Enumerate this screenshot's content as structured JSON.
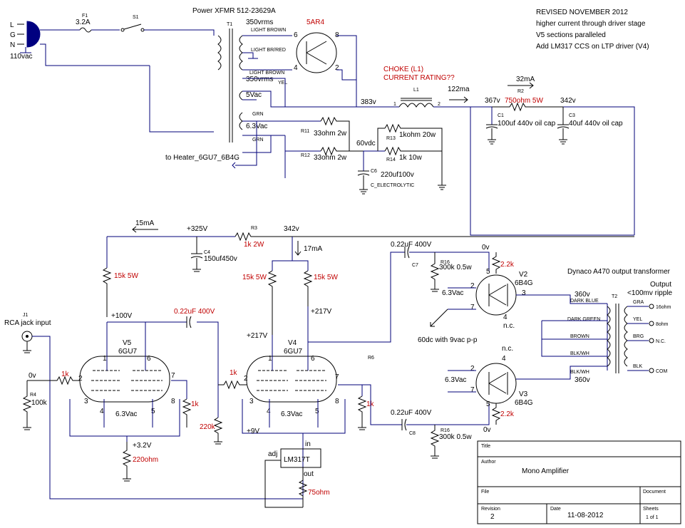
{
  "revision_note": {
    "l1": "REVISED NOVEMBER 2012",
    "l2": "higher current through driver stage",
    "l3": "V5 sections paralleled",
    "l4": "Add LM317 CCS on LTP driver (V4)"
  },
  "power": {
    "xfmr_title": "Power XFMR 512-23629A",
    "t1": "T1",
    "rect_tube": "5AR4",
    "plug_l": "L",
    "plug_g": "G",
    "plug_n": "N",
    "mains": "110vac",
    "fuse_ref": "F1",
    "fuse_val": "3.2A",
    "switch": "S1",
    "hv_top": "350vrms",
    "hv_bot": "350vrms",
    "lb1": "LIGHT BROWN",
    "lbr": "LIGHT BR/RED",
    "lb2": "LIGHT BROWN",
    "yel": "YEL",
    "v5ac": "5Vac",
    "v63ac": "6.3Vac",
    "grn1": "GRN",
    "grn2": "GRN",
    "heater": "to Heater_6GU7_6B4G",
    "pin6": "6",
    "pin8": "8",
    "pin4": "4",
    "pin2": "2",
    "b383": "383v",
    "choke_note1": "CHOKE (L1)",
    "choke_note2": "CURRENT RATING??",
    "l1": "L1",
    "l1p1": "1",
    "l1p2": "2",
    "i122": "122ma",
    "b367": "367v",
    "i32": "32mA",
    "r2": "R2",
    "r2v": "750ohm 5W",
    "b342": "342v",
    "c1": "C1",
    "c1v": "100uf 440v oil cap",
    "c3": "C3",
    "c3v": "40uf 440v oil cap",
    "r11": "R11",
    "r11v": "33ohm 2w",
    "r12": "R12",
    "r12v": "33ohm 2w",
    "b60": "60vdc",
    "r13": "R13",
    "r13v": "1kohm 20w",
    "r14": "R14",
    "r14v": "1k 10w",
    "c6": "C6",
    "c6v": "220uf100v",
    "c6n": "C_ELECTROLYTIC"
  },
  "driver": {
    "i15": "15mA",
    "b325": "+325V",
    "r3": "R3",
    "r3v": "1k 2W",
    "b342": "342v",
    "i17": "17mA",
    "c4": "C4",
    "c4v": "150uf450v",
    "r15k_a": "15k 5W",
    "r15k_b": "15k 5W",
    "r15k_c": "15k 5W",
    "b100": "+100V",
    "c022": "0.22uF 400V",
    "b217a": "+217V",
    "b217b": "+217V",
    "j1": "J1",
    "rca": "RCA jack input",
    "v0": "0v",
    "r4": "R4",
    "r4v": "100k",
    "r1k_in": "1k",
    "v5": "V5",
    "v5t": "6GU7",
    "v4": "V4",
    "v4t": "6GU7",
    "r6": "R6",
    "r1k_mid": "1k",
    "r220k": "220k",
    "r1k_v5": "1k",
    "r1k_v4": "1k",
    "h63a": "6.3Vac",
    "h63b": "6.3Vac",
    "b32": "+3.2V",
    "r220": "220ohm",
    "b9": "+9V",
    "lm_in": "in",
    "lm": "LM317T",
    "lm_adj": "adj",
    "lm_out": "out",
    "r75": "75ohm",
    "p1": "1",
    "p2": "2",
    "p3": "3",
    "p4": "4",
    "p6": "6",
    "p7": "7",
    "p8": "8",
    "p5": "5",
    "q1": "1",
    "q2": "2",
    "q3": "3",
    "q4": "4",
    "q6": "6",
    "q7": "7",
    "q8": "8",
    "q5": "5"
  },
  "output": {
    "c7": "C7",
    "c7v": "0.22uF 400V",
    "c8": "C8",
    "c8v": "0.22uF 400V",
    "v0a": "0v",
    "v0b": "0v",
    "r16a": "R16",
    "r16av": "300k 0.5w",
    "r16b": "R16",
    "r16bv": "300k 0.5w",
    "r22a": "2.2k",
    "r22b": "2.2k",
    "v2": "V2",
    "v2t": "6B4G",
    "v3": "V3",
    "v3t": "6B4G",
    "h63a": "6.3Vac",
    "h63b": "6.3Vac",
    "nc1": "n.c.",
    "nc2": "n.c.",
    "bias": "60dc with 9vac p-p",
    "dynaco": "Dynaco A470 output transformer",
    "out": "Output",
    "ripple": "<100mv ripple",
    "t2": "T2",
    "b360a": "360v",
    "b360b": "360v",
    "dkblue": "DARK BLUE",
    "dkgreen": "DARK GREEN",
    "brown": "BROWN",
    "blkwh1": "BLK/WH",
    "blkwh2": "BLK/WH",
    "gra": "GRA",
    "yel": "YEL",
    "brg": "BRG",
    "blk": "BLK",
    "o16": "16ohm",
    "o8": "8ohm",
    "onc": "N.C.",
    "ocom": "COM",
    "a3": "3",
    "a4": "4",
    "a5": "5",
    "a2": "2",
    "a7": "7",
    "b4": "4",
    "b2": "2",
    "b7": "7",
    "b5": "5"
  },
  "title_block": {
    "title_label": "Title",
    "author_label": "Author",
    "title_value": "Mono Amplifier",
    "file_label": "File",
    "doc_label": "Document",
    "rev_label": "Revision",
    "rev_value": "2",
    "date_label": "Date",
    "date_value": "11-08-2012",
    "sheets_label": "Sheets",
    "sheets_value": "1 of 1"
  }
}
